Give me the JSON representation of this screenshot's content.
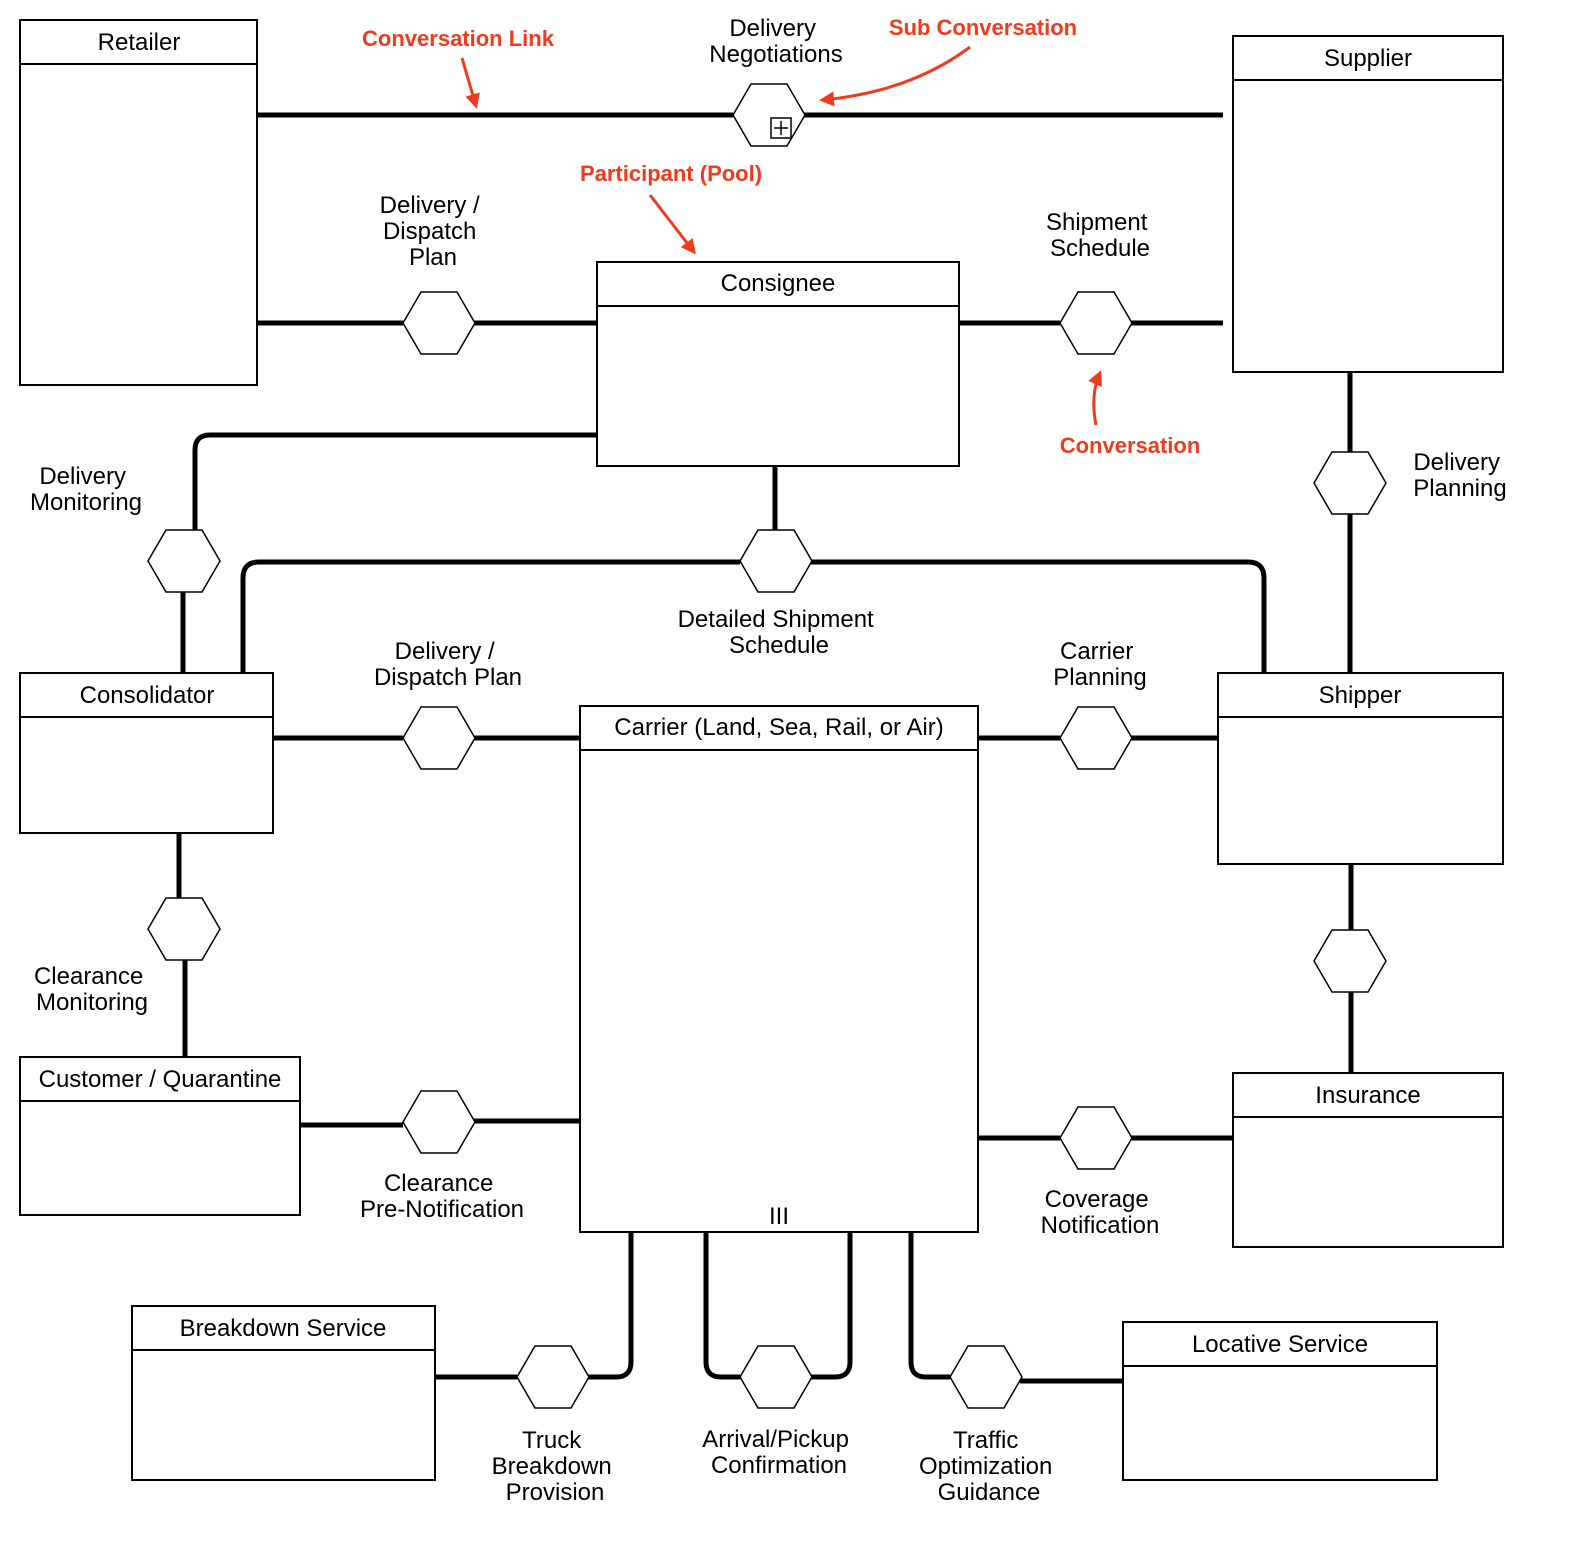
{
  "colors": {
    "annotation": "#f03a1e",
    "line": "#000000",
    "background": "#ffffff"
  },
  "pools": {
    "retailer": "Retailer",
    "supplier": "Supplier",
    "consignee": "Consignee",
    "consolidator": "Consolidator",
    "carrier": "Carrier (Land, Sea, Rail, or Air)",
    "shipper": "Shipper",
    "customs": "Customer / Quarantine",
    "insurance": "Insurance",
    "breakdown": "Breakdown Service",
    "locative": "Locative Service"
  },
  "conversations": {
    "delivery_negotiations": [
      "Delivery",
      "Negotiations"
    ],
    "delivery_dispatch_plan_top": [
      "Delivery /",
      "Dispatch",
      "Plan"
    ],
    "shipment_schedule": [
      "Shipment",
      "Schedule"
    ],
    "delivery_monitoring": [
      "Delivery",
      "Monitoring"
    ],
    "delivery_planning": [
      "Delivery",
      "Planning"
    ],
    "detailed_shipment_schedule": [
      "Detailed Shipment",
      "Schedule"
    ],
    "delivery_dispatch_plan_mid": [
      "Delivery /",
      "Dispatch Plan"
    ],
    "carrier_planning": [
      "Carrier",
      "Planning"
    ],
    "clearance_monitoring": [
      "Clearance",
      "Monitoring"
    ],
    "clearance_prenotification": [
      "Clearance",
      "Pre-Notification"
    ],
    "coverage_notification": [
      "Coverage",
      "Notification"
    ],
    "truck_breakdown": [
      "Truck",
      "Breakdown",
      "Provision"
    ],
    "arrival_pickup": [
      "Arrival/Pickup",
      "Confirmation"
    ],
    "traffic_optimization": [
      "Traffic",
      "Optimization",
      "Guidance"
    ]
  },
  "annotations": {
    "conversation_link": "Conversation Link",
    "sub_conversation": "Sub Conversation",
    "participant_pool": "Participant (Pool)",
    "conversation": "Conversation"
  },
  "markers": {
    "sub_conversation_icon": "plus-square-icon",
    "multi_instance_marker": "III"
  }
}
